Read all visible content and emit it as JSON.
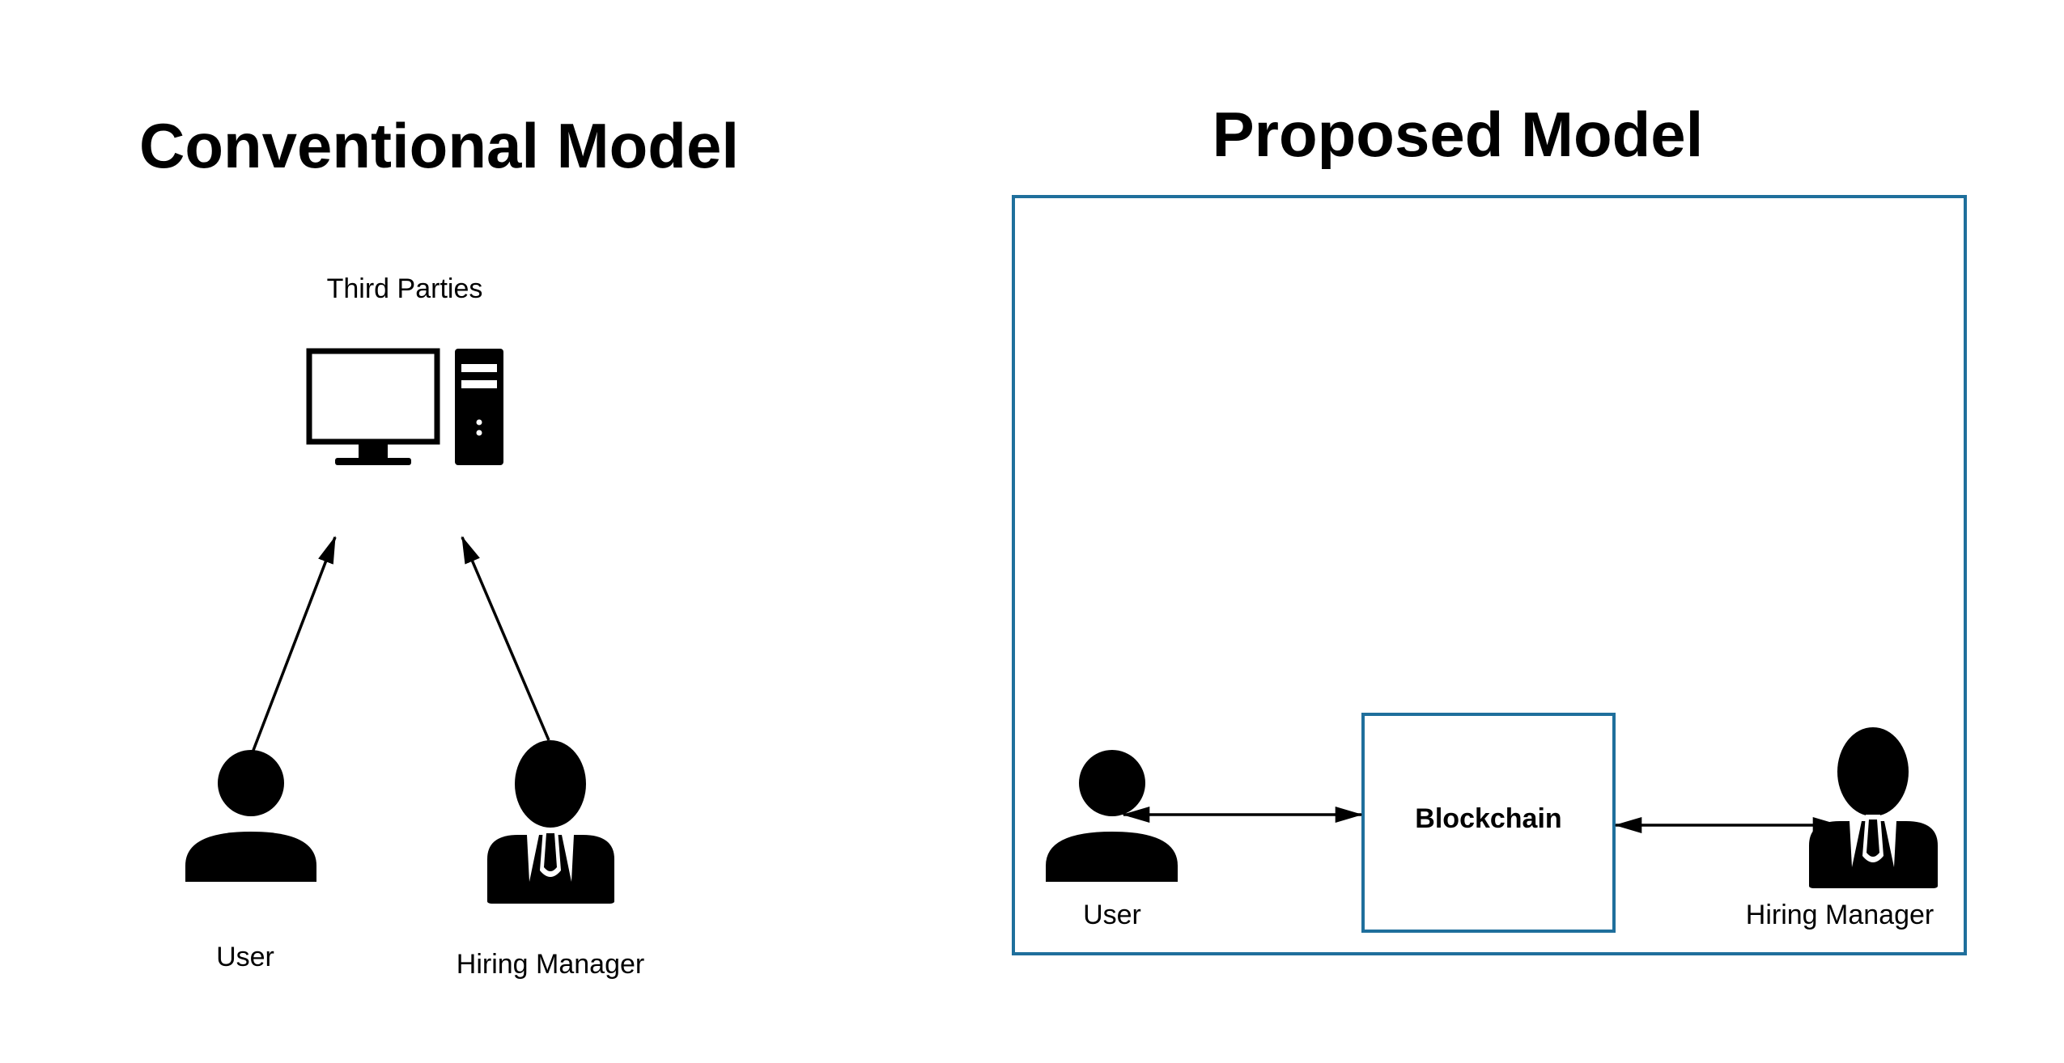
{
  "conventional": {
    "title": "Conventional Model",
    "third_parties_label": "Third Parties",
    "user_label": "User",
    "hiring_manager_label": "Hiring Manager"
  },
  "proposed": {
    "title": "Proposed Model",
    "blockchain_label": "Blockchain",
    "user_label": "User",
    "hiring_manager_label": "Hiring Manager"
  },
  "colors": {
    "frame": "#1f6f9c",
    "ink": "#000000"
  },
  "icons": {
    "third_parties": "computer-icon",
    "user": "person-icon",
    "hiring_manager": "businessman-icon"
  }
}
